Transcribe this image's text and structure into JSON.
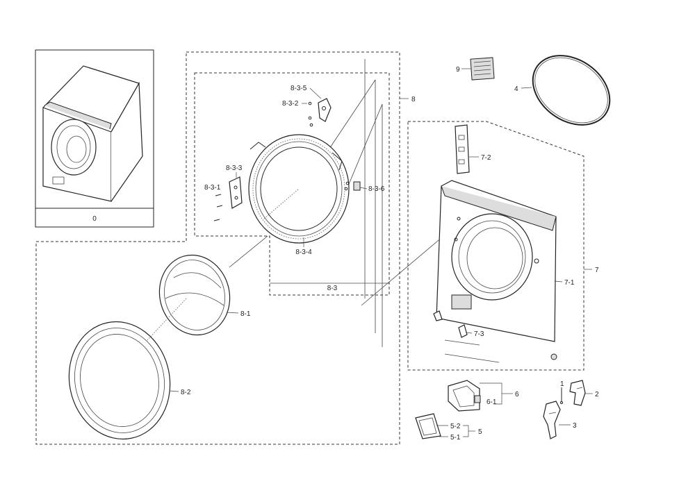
{
  "labels": {
    "p0": "0",
    "p1": "1",
    "p2": "2",
    "p3": "3",
    "p4": "4",
    "p5": "5",
    "p5_1": "5-1",
    "p5_2": "5-2",
    "p6": "6",
    "p6_1": "6-1",
    "p7": "7",
    "p7_1": "7-1",
    "p7_2": "7-2",
    "p7_3": "7-3",
    "p8": "8",
    "p8_1": "8-1",
    "p8_2": "8-2",
    "p8_3": "8-3",
    "p8_3_1": "8-3-1",
    "p8_3_2": "8-3-2",
    "p8_3_3": "8-3-3",
    "p8_3_4": "8-3-4",
    "p8_3_5": "8-3-5",
    "p8_3_6": "8-3-6",
    "p9": "9"
  }
}
